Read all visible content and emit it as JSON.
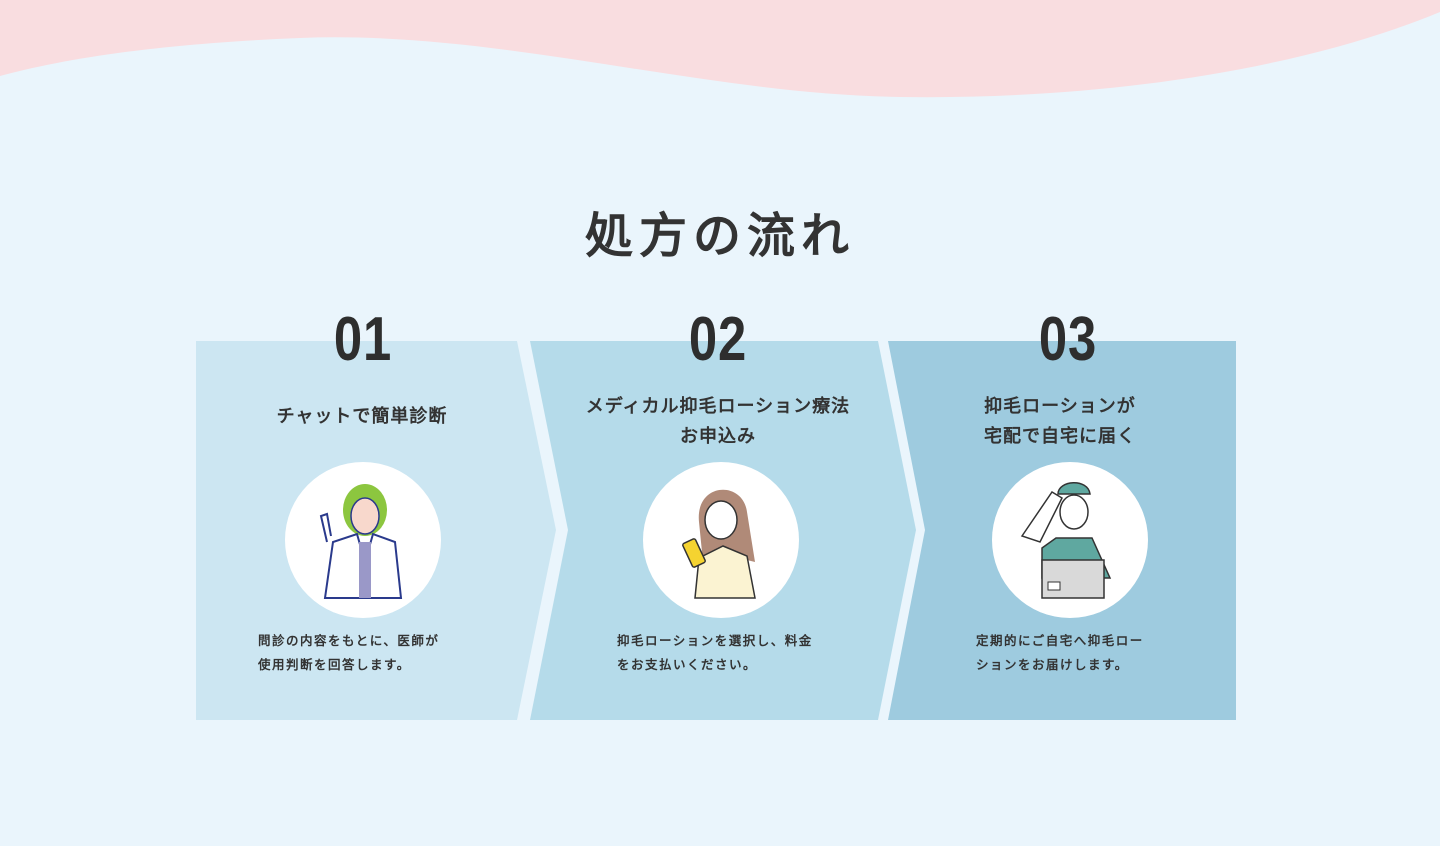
{
  "section_title": "処方の流れ",
  "colors": {
    "background": "#eaf5fc",
    "wave": "#f9dde0",
    "step1": "#cce6f2",
    "step2": "#b5dbea",
    "step3": "#9ecbdf"
  },
  "steps": [
    {
      "number": "01",
      "heading": "チャットで簡単診断",
      "description": "問診の内容をもとに、医師が\n使用判断を回答します。",
      "icon": "doctor-illustration"
    },
    {
      "number": "02",
      "heading": "メディカル抑毛ローション療法\nお申込み",
      "description": "抑毛ローションを選択し、料金\nをお支払いください。",
      "icon": "woman-smartphone-illustration"
    },
    {
      "number": "03",
      "heading": "抑毛ローションが\n宅配で自宅に届く",
      "description": "定期的にご自宅へ抑毛ロー\nションをお届けします。",
      "icon": "delivery-person-illustration"
    }
  ]
}
